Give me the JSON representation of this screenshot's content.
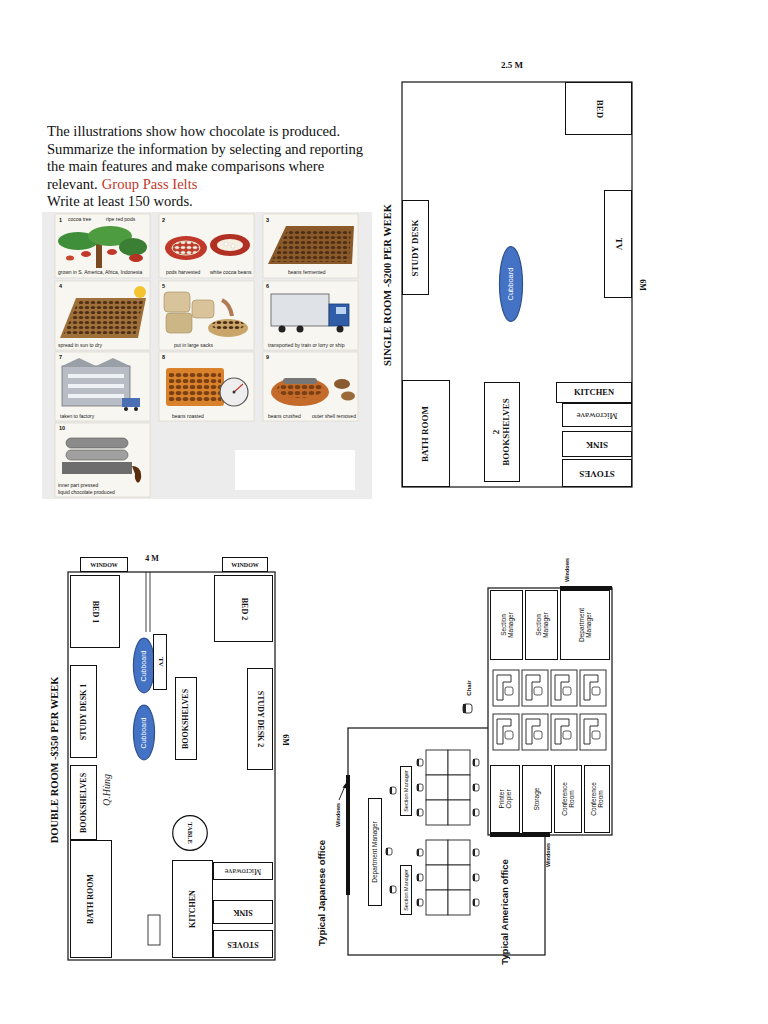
{
  "diagram": {
    "nodes": [
      {
        "text": [
          "BED"
        ]
      },
      {
        "text": [
          "STUDY DESK"
        ]
      },
      {
        "text": [
          "Cubboard"
        ]
      },
      {
        "text": [
          "TV"
        ]
      },
      {
        "text": [
          "BATH ROOM"
        ]
      },
      {
        "text": [
          "2 BOOKSHELVES"
        ]
      },
      {
        "text": [
          "KITCHEN"
        ]
      },
      {
        "text": [
          "Microwave"
        ]
      },
      {
        "text": [
          "SINK"
        ]
      },
      {
        "text": [
          "STOVES"
        ]
      },
      {
        "text": [
          "WINDOW"
        ]
      },
      {
        "text": [
          "WINDOW"
        ]
      },
      {
        "text": [
          "BED 1"
        ]
      },
      {
        "text": [
          "BED 2"
        ]
      },
      {
        "text": [
          "Cubboard"
        ]
      },
      {
        "text": [
          "Cubboard"
        ]
      },
      {
        "text": [
          "TV"
        ]
      },
      {
        "text": [
          "STUDY DESK 1"
        ]
      },
      {
        "text": [
          "BOOKSHELVES"
        ]
      },
      {
        "text": [
          "STUDY DESK 2"
        ]
      },
      {
        "text": [
          "BOOKSHELVES"
        ]
      },
      {
        "text": [
          "TABLE"
        ]
      },
      {
        "text": [
          "BATH ROOM"
        ]
      },
      {
        "text": [
          "KITCHEN"
        ]
      },
      {
        "text": [
          "Microwave"
        ]
      },
      {
        "text": [
          "SINK"
        ]
      },
      {
        "text": [
          "STOVES"
        ]
      },
      {
        "text": [
          "Section Manager"
        ]
      },
      {
        "text": [
          "Department Manager"
        ]
      },
      {
        "text": [
          "Section Manager"
        ]
      },
      {
        "text": [
          "Section Manager"
        ]
      },
      {
        "text": [
          "Section Manager"
        ]
      },
      {
        "text": [
          "Department Manager"
        ]
      },
      {
        "text": [
          "Printer Copier"
        ]
      },
      {
        "text": [
          "Storage"
        ]
      },
      {
        "text": [
          "Conference Room"
        ]
      },
      {
        "text": [
          "Conference Room"
        ]
      }
    ],
    "labels": [
      "The illustrations show how chocolate is produced. Summarize the information by selecting and reporting the main features and make comparisons where relevant.",
      "Group Pass Ielts",
      "Write at least 150 words.",
      "1",
      "cocoa tree",
      "ripe red pods",
      "grown in S. America, Africa, Indonesia",
      "2",
      "pods harvested",
      "white cocoa beans",
      "3",
      "beans fermented",
      "4",
      "spread in sun to dry",
      "5",
      "put in large sacks",
      "6",
      "transported by train or lorry or ship",
      "7",
      "taken to factory",
      "8",
      "beans roasted",
      "9",
      "beans crushed",
      "outer shell removed",
      "10",
      "inner part pressed",
      "liquid chocolate produced",
      "2.5 M",
      "6M",
      "SINGLE ROOM -$200 PER WEEK",
      "4 M",
      "6M",
      "DOUBLE ROOM -$350 PER WEEK",
      "Q.Hùng",
      "Chair",
      "Windows",
      "Typical Japanese office",
      "Windows",
      "Windows",
      "Typical American office"
    ]
  }
}
